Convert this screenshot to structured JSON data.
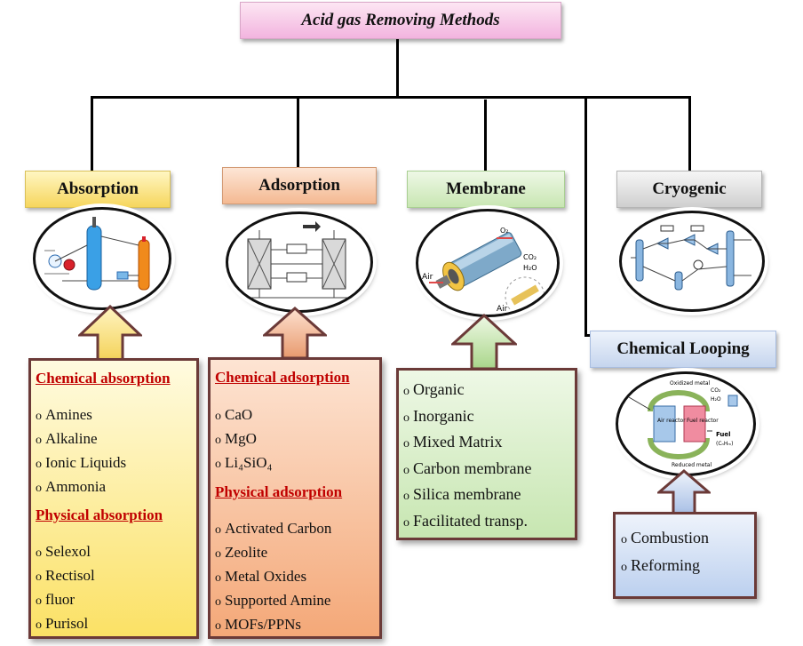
{
  "title": "Acid gas Removing Methods",
  "categories": {
    "absorption": {
      "label": "Absorption",
      "sections": [
        {
          "heading": "Chemical absorption",
          "items": [
            "Amines",
            "Alkaline",
            "Ionic Liquids",
            "Ammonia"
          ]
        },
        {
          "heading": "Physical absorption",
          "items": [
            "Selexol",
            "Rectisol",
            "fluor",
            "Purisol"
          ]
        }
      ]
    },
    "adsorption": {
      "label": "Adsorption",
      "sections": [
        {
          "heading": "Chemical adsorption",
          "items": [
            "CaO",
            "MgO",
            "Li₄SiO₄"
          ]
        },
        {
          "heading": "Physical adsorption",
          "items": [
            "Activated Carbon",
            "Zeolite",
            "Metal Oxides",
            "Supported Amine",
            "MOFs/PPNs"
          ]
        }
      ]
    },
    "membrane": {
      "label": "Membrane",
      "items": [
        "Organic",
        "Inorganic",
        "Mixed Matrix",
        "Carbon membrane",
        "Silica membrane",
        "Facilitated transp."
      ],
      "illustration_labels": [
        "Air",
        "Air",
        "O₂",
        "CO₂",
        "H₂O"
      ]
    },
    "cryogenic": {
      "label": "Cryogenic"
    },
    "chemical_looping": {
      "label": "Chemical Looping",
      "items": [
        "Combustion",
        "Reforming"
      ],
      "illustration_labels": [
        "Air reactor",
        "Fuel reactor",
        "Oxidized metal",
        "Reduced metal",
        "Fuel",
        "(CₙHₘ)",
        "H₂O",
        "CO₂",
        "Air"
      ]
    }
  },
  "bullet": "o",
  "colors": {
    "absorption": "#fde774",
    "adsorption": "#f9b98a",
    "membrane": "#d3eec2",
    "cryogenic": "#d9d9d9",
    "chemical_looping": "#c9d8f0",
    "headings": "#c00000"
  }
}
